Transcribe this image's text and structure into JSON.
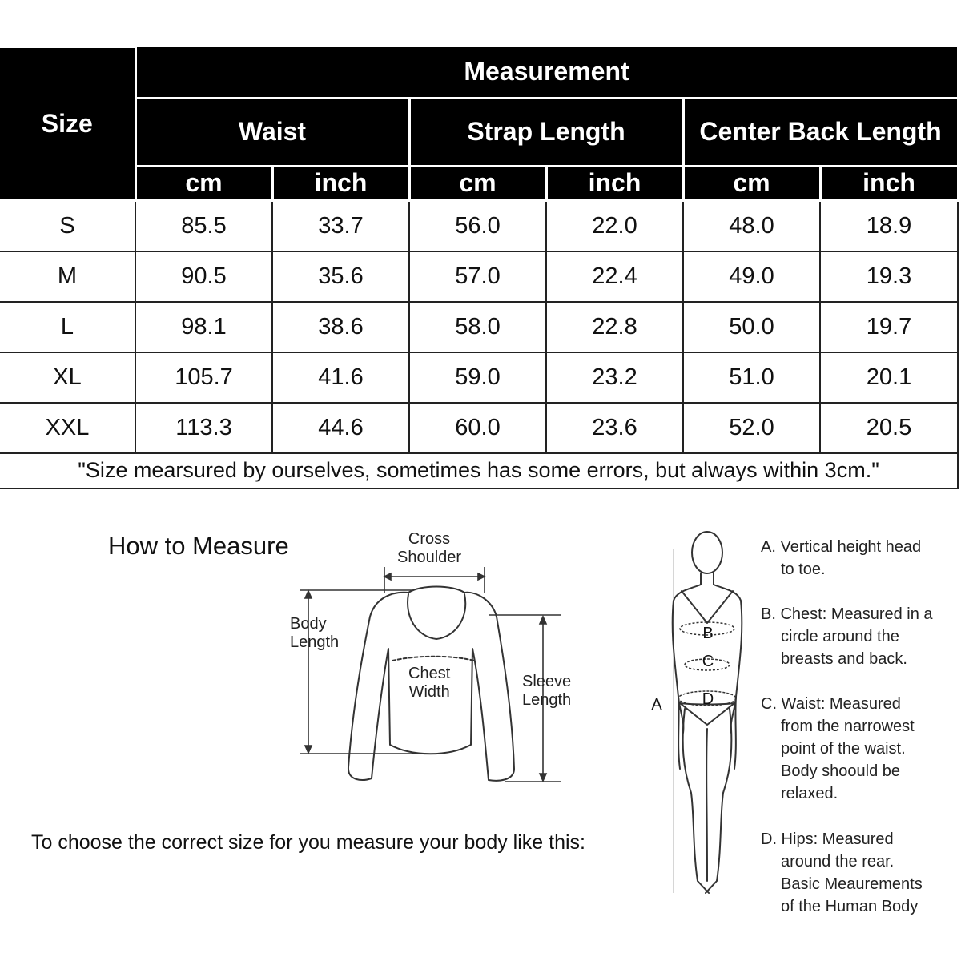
{
  "table": {
    "size_header": "Size",
    "measurement_header": "Measurement",
    "groups": [
      "Waist",
      "Strap Length",
      "Center Back Length"
    ],
    "units": [
      "cm",
      "inch",
      "cm",
      "inch",
      "cm",
      "inch"
    ],
    "rows": [
      {
        "size": "S",
        "values": [
          "85.5",
          "33.7",
          "56.0",
          "22.0",
          "48.0",
          "18.9"
        ]
      },
      {
        "size": "M",
        "values": [
          "90.5",
          "35.6",
          "57.0",
          "22.4",
          "49.0",
          "19.3"
        ]
      },
      {
        "size": "L",
        "values": [
          "98.1",
          "38.6",
          "58.0",
          "22.8",
          "50.0",
          "19.7"
        ]
      },
      {
        "size": "XL",
        "values": [
          "105.7",
          "41.6",
          "59.0",
          "23.2",
          "51.0",
          "20.1"
        ]
      },
      {
        "size": "XXL",
        "values": [
          "113.3",
          "44.6",
          "60.0",
          "23.6",
          "52.0",
          "20.5"
        ]
      }
    ],
    "note": "\"Size mearsured by ourselves, sometimes has some errors, but always within 3cm.\""
  },
  "how_to": {
    "title": "How to Measure",
    "choose_text": "To choose the correct size for you measure your body like this:",
    "sweater_labels": {
      "cross_shoulder": [
        "Cross",
        "Shoulder"
      ],
      "body_length": [
        "Body",
        "Length"
      ],
      "chest_width": [
        "Chest",
        "Width"
      ],
      "sleeve_length": [
        "Sleeve",
        "Length"
      ]
    },
    "body_markers": {
      "a": "A",
      "b": "B",
      "c": "C",
      "d": "D"
    },
    "descriptions": [
      {
        "line1": "A. Vertical height head",
        "rest": [
          "to toe."
        ]
      },
      {
        "line1": "B. Chest: Measured in a",
        "rest": [
          "circle around the",
          "breasts and back."
        ]
      },
      {
        "line1": "C. Waist: Measured",
        "rest": [
          "from the narrowest",
          "point of the waist.",
          "Body shoould be",
          "relaxed."
        ]
      },
      {
        "line1": "D. Hips: Measured",
        "rest": [
          "around the rear.",
          "Basic Meaurements",
          "of the Human Body"
        ]
      }
    ]
  }
}
